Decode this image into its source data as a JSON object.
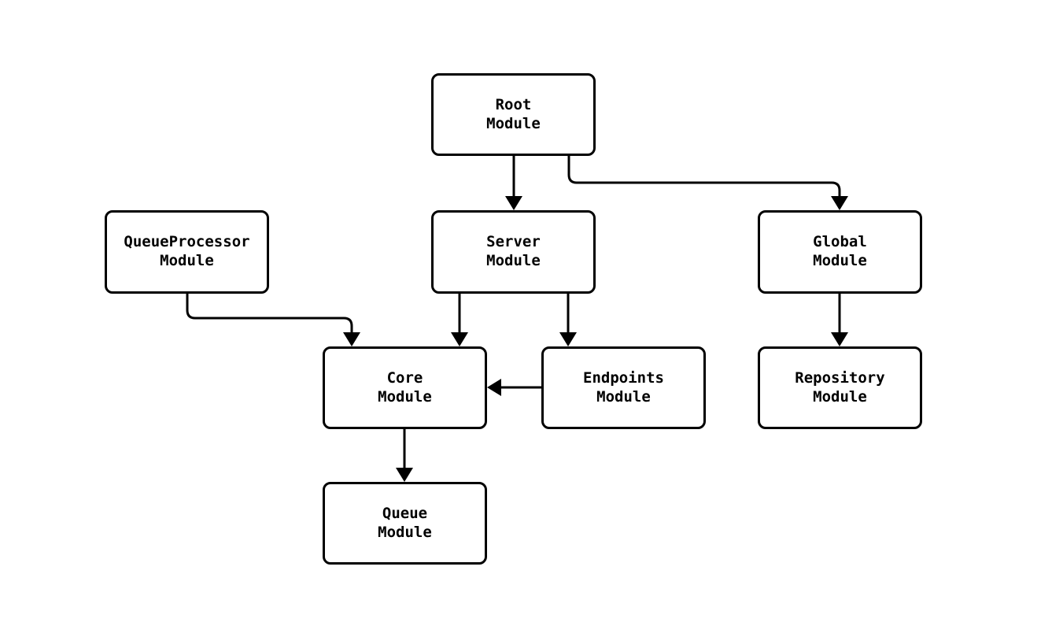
{
  "diagram": {
    "background_color": "#ffffff",
    "stroke_color": "#000000",
    "text_color": "#000000",
    "nodes": [
      {
        "id": "root",
        "line1": "Root",
        "line2": "Module"
      },
      {
        "id": "queue-processor",
        "line1": "QueueProcessor",
        "line2": "Module"
      },
      {
        "id": "server",
        "line1": "Server",
        "line2": "Module"
      },
      {
        "id": "global",
        "line1": "Global",
        "line2": "Module"
      },
      {
        "id": "core",
        "line1": "Core",
        "line2": "Module"
      },
      {
        "id": "endpoints",
        "line1": "Endpoints",
        "line2": "Module"
      },
      {
        "id": "repository",
        "line1": "Repository",
        "line2": "Module"
      },
      {
        "id": "queue",
        "line1": "Queue",
        "line2": "Module"
      }
    ],
    "edges": [
      {
        "from": "root",
        "to": "server"
      },
      {
        "from": "root",
        "to": "global"
      },
      {
        "from": "queue-processor",
        "to": "core"
      },
      {
        "from": "server",
        "to": "core"
      },
      {
        "from": "server",
        "to": "endpoints"
      },
      {
        "from": "endpoints",
        "to": "core"
      },
      {
        "from": "global",
        "to": "repository"
      },
      {
        "from": "core",
        "to": "queue"
      }
    ]
  }
}
